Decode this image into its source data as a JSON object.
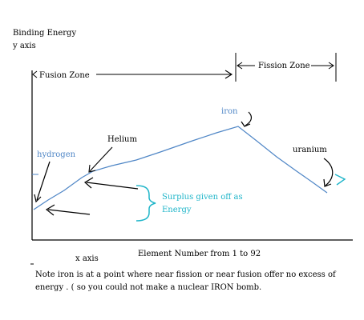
{
  "labels": {
    "y_title": "Binding Energy",
    "y_axis": "y axis",
    "fusion_zone": "Fusion Zone",
    "fission_zone": "Fission Zone",
    "iron": "iron",
    "helium": "Helium",
    "hydrogen": "hydrogen",
    "uranium": "uranium",
    "surplus_line1": "Surplus given off as",
    "surplus_line2": "Energy",
    "x_axis": "x axis",
    "x_title": "Element Number from  1 to 92",
    "note_line1": "Note iron is at a point where near fission or near fusion offer no excess of",
    "note_line2": "energy . ( so you could not make a nuclear IRON bomb."
  },
  "colors": {
    "ink": "#000000",
    "curve": "#4f86c6",
    "accent": "#1fb5c9"
  }
}
